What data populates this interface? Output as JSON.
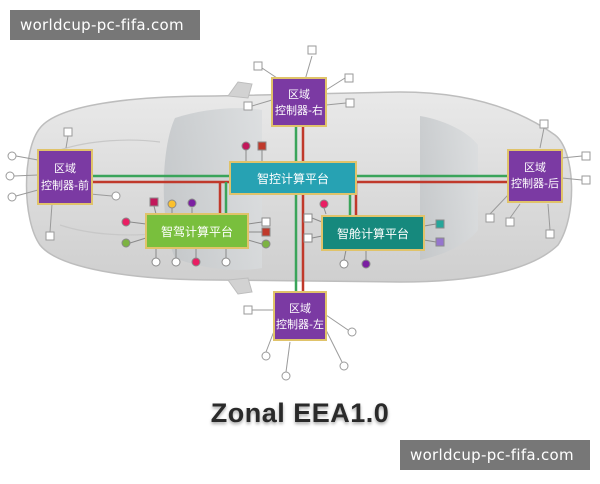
{
  "watermark": {
    "top": "worldcup-pc-fifa.com",
    "bottom": "worldcup-pc-fifa.com"
  },
  "title": "Zonal EEA1.0",
  "zones": {
    "right": {
      "line1": "区域",
      "line2": "控制器-右"
    },
    "front": {
      "line1": "区域",
      "line2": "控制器-前"
    },
    "rear": {
      "line1": "区域",
      "line2": "控制器-后"
    },
    "left": {
      "line1": "区域",
      "line2": "控制器-左"
    }
  },
  "platforms": {
    "control": "智控计算平台",
    "driving": "智驾计算平台",
    "cabin": "智舱计算平台"
  },
  "colors": {
    "zone": "#7b3aa3",
    "control": "#27a2b3",
    "driving": "#79bf3d",
    "cabin": "#16897d",
    "bus_red": "#c0392b",
    "bus_green": "#3aa45a"
  }
}
